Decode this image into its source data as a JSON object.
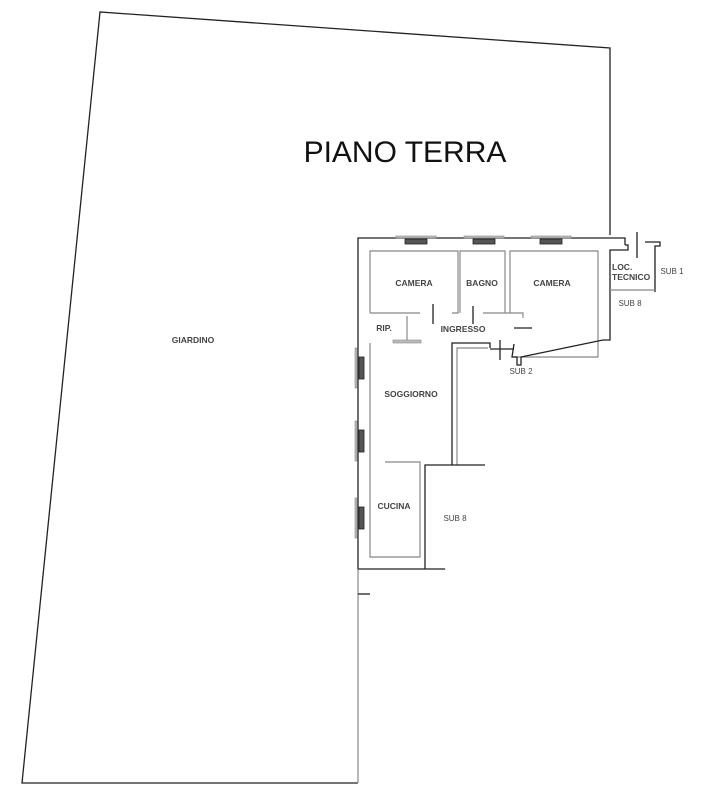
{
  "title": "PIANO TERRA",
  "areas": {
    "garden": "GIARDINO",
    "camera_left": "CAMERA",
    "bathroom": "BAGNO",
    "camera_right": "CAMERA",
    "technical_room_line1": "LOC.",
    "technical_room_line2": "TECNICO",
    "storage": "RIP.",
    "entrance": "INGRESSO",
    "living_room": "SOGGIORNO",
    "kitchen": "CUCINA"
  },
  "subunits": {
    "sub1": "SUB 1",
    "sub8_top": "SUB 8",
    "sub2": "SUB 2",
    "sub8_bottom": "SUB 8"
  }
}
